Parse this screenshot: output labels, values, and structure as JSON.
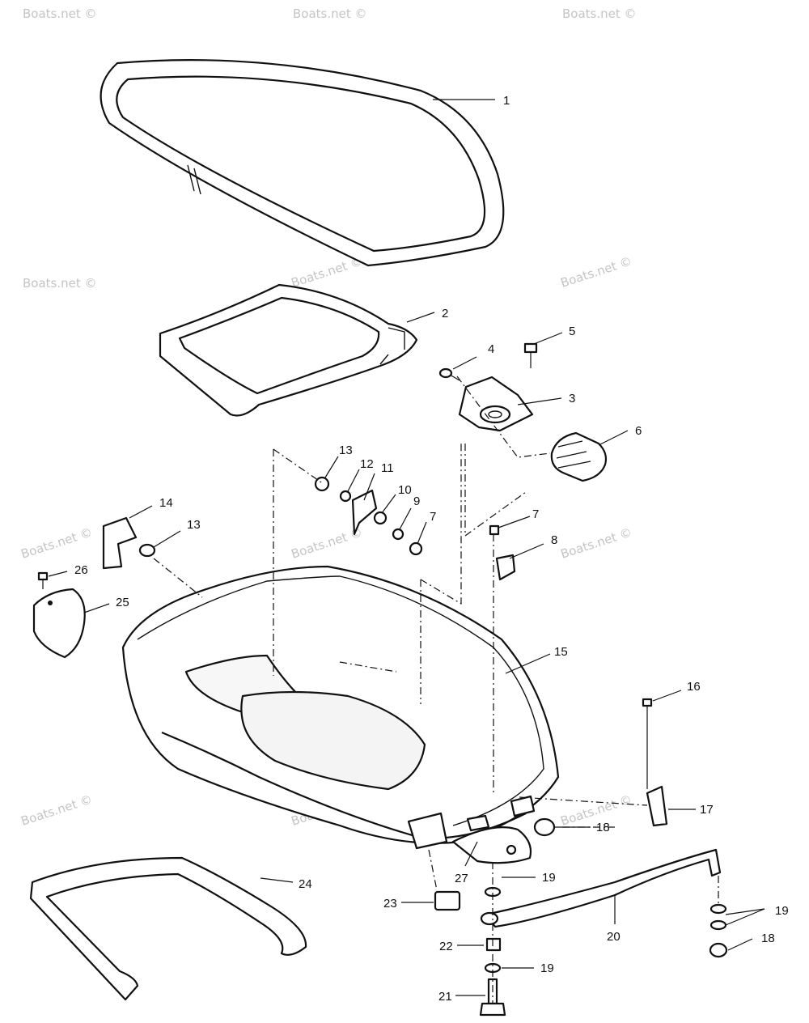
{
  "watermark": "Boats.net ©",
  "part_labels": [
    "1",
    "2",
    "3",
    "4",
    "5",
    "6",
    "7",
    "7",
    "8",
    "9",
    "10",
    "11",
    "12",
    "13",
    "13",
    "14",
    "15",
    "16",
    "17",
    "18",
    "18",
    "19",
    "19",
    "19",
    "20",
    "21",
    "22",
    "23",
    "24",
    "25",
    "26",
    "27"
  ]
}
